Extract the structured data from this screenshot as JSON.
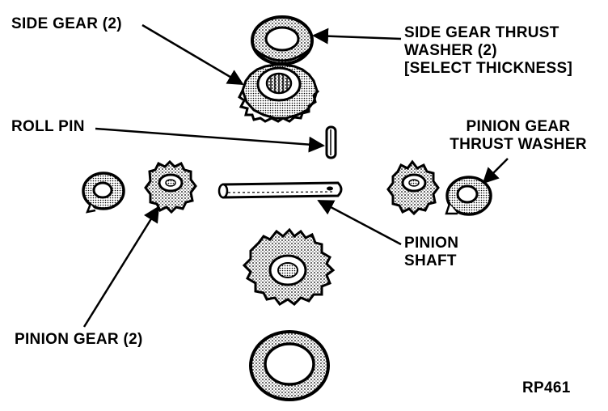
{
  "labels": {
    "side_gear": "SIDE GEAR (2)",
    "side_gear_thrust_washer": {
      "line1": "SIDE GEAR THRUST",
      "line2": "WASHER (2)",
      "line3": "[SELECT THICKNESS]"
    },
    "roll_pin": "ROLL PIN",
    "pinion_gear_thrust_washer": {
      "line1": "PINION GEAR",
      "line2": "THRUST WASHER"
    },
    "pinion_shaft": {
      "line1": "PINION",
      "line2": "SHAFT"
    },
    "pinion_gear": "PINION GEAR (2)",
    "figure_code": "RP461"
  },
  "colors": {
    "ink": "#000000",
    "paper": "#ffffff",
    "shade": "#8a8a8a"
  }
}
